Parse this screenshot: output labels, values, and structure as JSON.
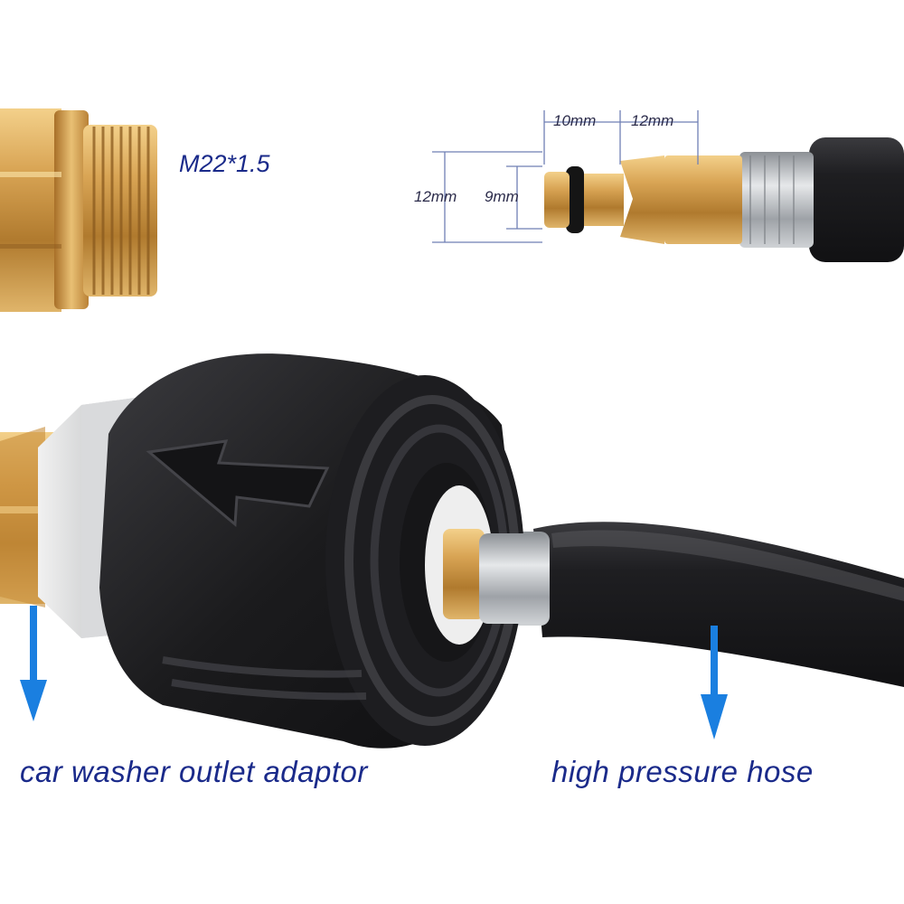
{
  "labels": {
    "thread_spec": "M22*1.5",
    "dim_outer_top": "10mm",
    "dim_right_top": "12mm",
    "dim_left_height": "12mm",
    "dim_inner_height": "9mm",
    "adaptor_caption": "car washer outlet adaptor",
    "hose_caption": "high pressure hose"
  },
  "colors": {
    "brass": "#c9963f",
    "rubber": "#1c1c1e",
    "chrome": "#bfc2c6",
    "arrow_blue": "#1a7fe0",
    "caption_blue": "#1a2a8a"
  }
}
